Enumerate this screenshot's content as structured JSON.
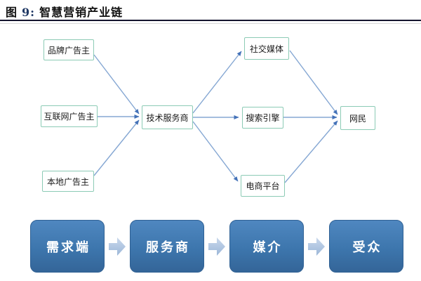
{
  "figure": {
    "label_prefix": "图",
    "number": "9:",
    "title": "智慧营销产业链"
  },
  "flow": {
    "nodes": [
      {
        "id": "brand-advertiser",
        "label": "品牌广告主"
      },
      {
        "id": "internet-advertiser",
        "label": "互联网广告主"
      },
      {
        "id": "local-advertiser",
        "label": "本地广告主"
      },
      {
        "id": "tech-service-provider",
        "label": "技术服务商"
      },
      {
        "id": "social-media",
        "label": "社交媒体"
      },
      {
        "id": "search-engine",
        "label": "搜索引擎"
      },
      {
        "id": "ecommerce-platform",
        "label": "电商平台"
      },
      {
        "id": "netizens",
        "label": "网民"
      }
    ]
  },
  "chain": {
    "stages": [
      {
        "id": "demand-side",
        "label": "需求端"
      },
      {
        "id": "service-provider",
        "label": "服务商"
      },
      {
        "id": "media",
        "label": "媒介"
      },
      {
        "id": "audience",
        "label": "受众"
      }
    ]
  },
  "colors": {
    "node_border": "#8ccbb5",
    "connector_line": "#85a7d3",
    "arrowhead": "#4472b8",
    "chain_box_blue": "#3d76ad",
    "chain_arrow": "#aec6e0",
    "figure_number_blue": "#1f3864",
    "title_rule_dark": "#15152e"
  }
}
